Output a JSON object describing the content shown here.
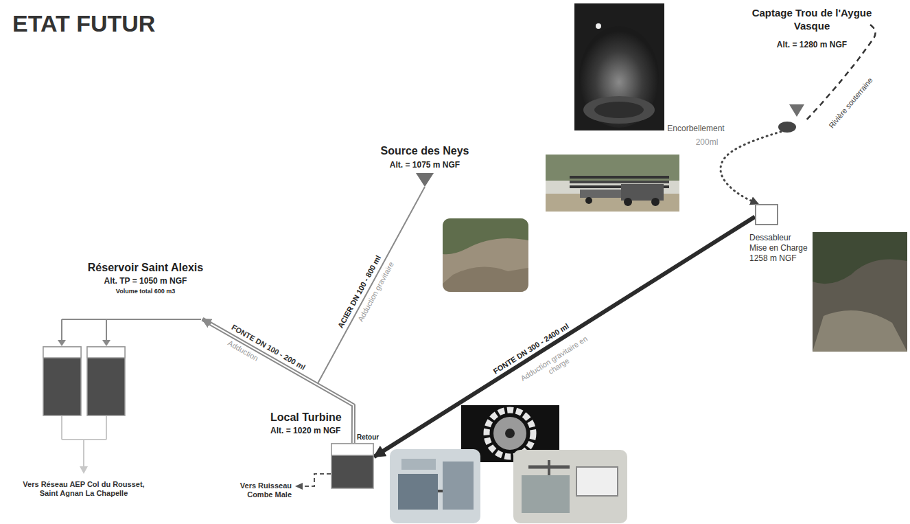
{
  "diagram": {
    "title": "ETAT FUTUR",
    "nodes": [
      {
        "text": [
          "Captage Trou de l'Aygue Vasque",
          "Alt. = 1280 m NGF"
        ]
      },
      {
        "text": [
          "Source des Neys",
          "Alt. = 1075 m NGF"
        ]
      },
      {
        "text": [
          "Dessableur",
          "Mise en Charge",
          "1258 m NGF"
        ]
      },
      {
        "text": [
          "Réservoir Saint Alexis",
          "Alt. TP = 1050 m NGF",
          "Volume total 600 m3"
        ]
      },
      {
        "text": [
          "Local Turbine",
          "Alt. = 1020 m NGF",
          "Retour"
        ]
      }
    ],
    "edges": [
      {
        "from": 0,
        "to": 2,
        "arrow": "to"
      },
      {
        "from": 2,
        "to": 4,
        "label": "FONTE DN 300 - 2400 ml",
        "arrow": "to"
      },
      {
        "from": 1,
        "to": 3,
        "label": "ACIER DN 100 - 800 ml",
        "arrow": "to"
      },
      {
        "from": 4,
        "to": 3,
        "label": "FONTE DN 100 - 200 ml",
        "arrow": "to"
      }
    ],
    "labels": [
      "Encorbellement",
      "200ml",
      "Rivière souterraine",
      "Adduction gravitaire",
      "Adduction gravitaire en charge",
      "Adduction",
      "Vers Ruisseau Combe Male",
      "Vers Réseau AEP Col du Rousset, Saint Agnan La Chapelle"
    ]
  }
}
